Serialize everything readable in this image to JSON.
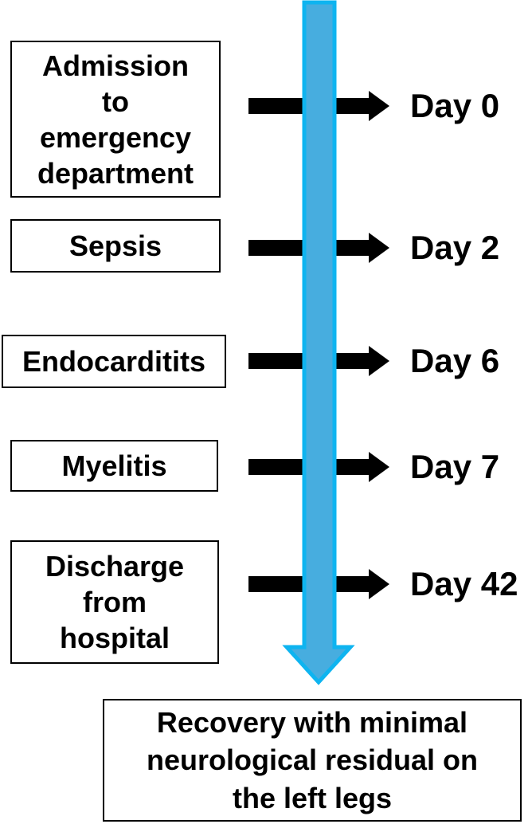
{
  "diagram": {
    "title": "clinical-course-timeline",
    "events": [
      {
        "label": "Admission\nto\nemergency\ndepartment",
        "day": "Day 0"
      },
      {
        "label": "Sepsis",
        "day": "Day 2"
      },
      {
        "label": "Endocarditits",
        "day": "Day 6"
      },
      {
        "label": "Myelitis",
        "day": "Day 7"
      },
      {
        "label": "Discharge\nfrom\nhospital",
        "day": "Day 42"
      }
    ],
    "outcome": {
      "label": "Recovery with minimal\nneurological residual on\nthe left legs"
    },
    "colors": {
      "timeline_fill": "#47ADDF",
      "timeline_border": "#0EB4F0",
      "connector": "#000000",
      "text": "#000000",
      "box_border": "#000000",
      "background": "#FFFFFF"
    }
  }
}
